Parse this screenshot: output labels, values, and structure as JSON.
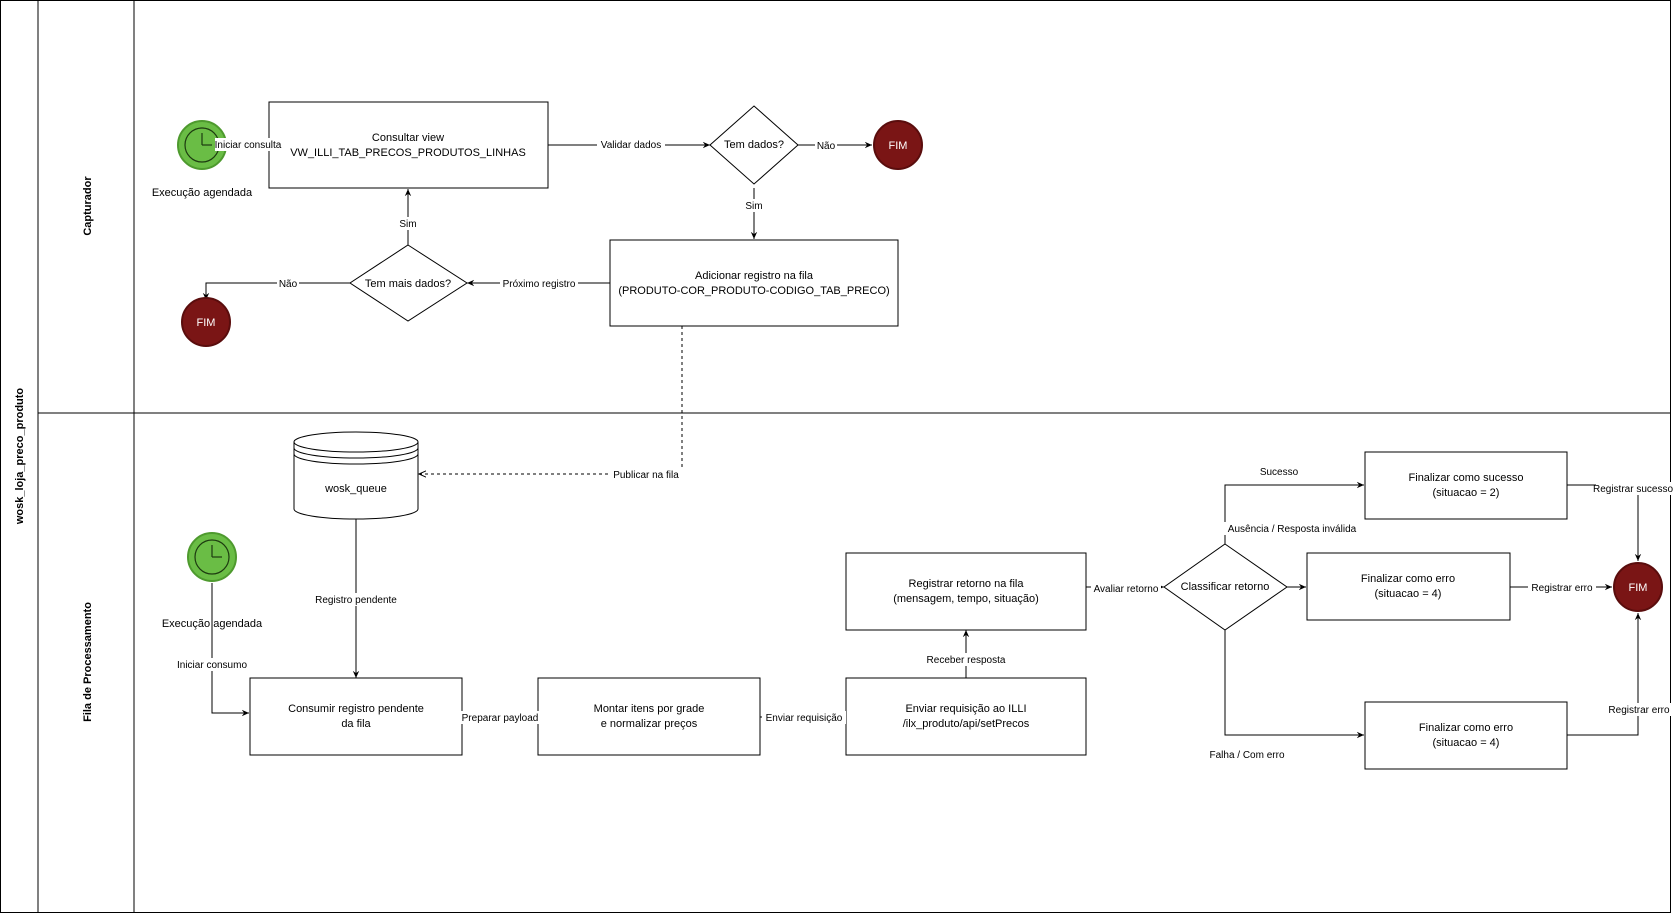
{
  "pool": {
    "title": "wosk_loja_preco_produto"
  },
  "lanes": {
    "capturador": "Capturador",
    "fila": "Fila de Processamento"
  },
  "colors": {
    "start_event": "#6abd45",
    "end_event": "#7a1515",
    "stroke": "#000000"
  },
  "nodes": {
    "start1": {
      "label": "Execução agendada",
      "icon": "clock-icon"
    },
    "consultar_view": {
      "line1": "Consultar view",
      "line2": "VW_ILLI_TAB_PRECOS_PRODUTOS_LINHAS"
    },
    "tem_dados": {
      "label": "Tem dados?"
    },
    "fim1": {
      "label": "FIM"
    },
    "adicionar": {
      "line1": "Adicionar registro na fila",
      "line2": "(PRODUTO-COR_PRODUTO-CODIGO_TAB_PRECO)"
    },
    "tem_mais": {
      "label": "Tem mais dados?"
    },
    "fim2": {
      "label": "FIM"
    },
    "queue": {
      "label": "wosk_queue"
    },
    "start2": {
      "label": "Execução agendada",
      "icon": "clock-icon"
    },
    "consumir": {
      "line1": "Consumir registro pendente",
      "line2": "da fila"
    },
    "montar": {
      "line1": "Montar itens por grade",
      "line2": "e normalizar preços"
    },
    "enviar": {
      "line1": "Enviar requisição ao ILLI",
      "line2": "/ilx_produto/api/setPrecos"
    },
    "registrar_retorno": {
      "line1": "Registrar retorno na fila",
      "line2": "(mensagem, tempo, situação)"
    },
    "classificar": {
      "label": "Classificar retorno"
    },
    "sucesso": {
      "line1": "Finalizar como sucesso",
      "line2": "(situacao = 2)"
    },
    "erro1": {
      "line1": "Finalizar como erro",
      "line2": "(situacao = 4)"
    },
    "erro2": {
      "line1": "Finalizar como erro",
      "line2": "(situacao = 4)"
    },
    "fim3": {
      "label": "FIM"
    }
  },
  "edges": {
    "iniciar_consulta": "Iniciar consulta",
    "validar_dados": "Validar dados",
    "nao1": "Não",
    "sim1": "Sim",
    "proximo_registro": "Próximo registro",
    "sim2": "Sim",
    "nao2": "Não",
    "publicar": "Publicar na fila",
    "registro_pendente": "Registro pendente",
    "iniciar_consumo": "Iniciar consumo",
    "preparar_payload": "Preparar payload",
    "enviar_requisicao": "Enviar requisição",
    "receber_resposta": "Receber resposta",
    "avaliar_retorno": "Avaliar retorno",
    "sucesso": "Sucesso",
    "ausencia": "Ausência / Resposta inválida",
    "falha": "Falha / Com erro",
    "registrar_sucesso": "Registrar sucesso",
    "registrar_erro1": "Registrar erro",
    "registrar_erro2": "Registrar erro"
  }
}
